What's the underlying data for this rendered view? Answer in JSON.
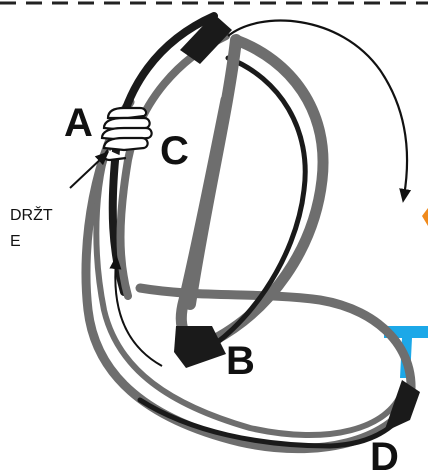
{
  "labels": {
    "a": "A",
    "b": "B",
    "c": "C",
    "d": "D",
    "hold_line1": "DRŽT",
    "hold_line2": "E"
  },
  "colors": {
    "rope_dark": "#1a1a1a",
    "rope_grey": "#6e6e6e",
    "arrow": "#111111",
    "hand_fill": "#ffffff",
    "accent_blue": "#1ca8e8",
    "accent_orange": "#f08a1c"
  },
  "icons": {
    "hand": "hand-grip-icon",
    "arrow": "curved-arrow-icon"
  }
}
